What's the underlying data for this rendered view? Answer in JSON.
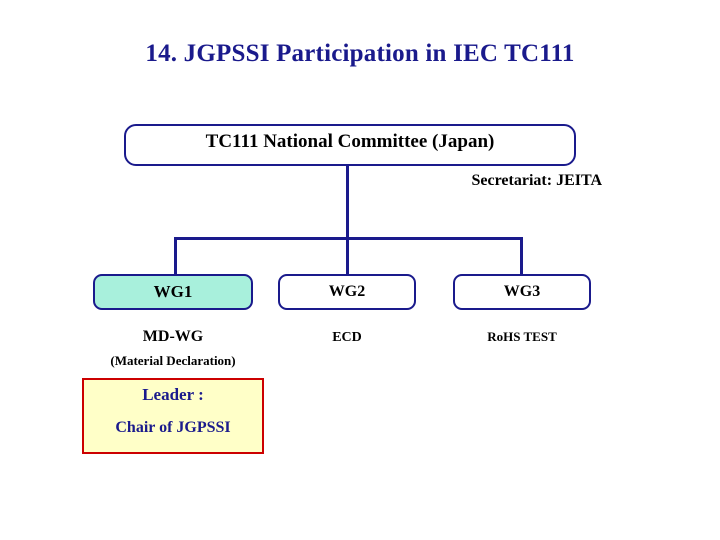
{
  "slide": {
    "title": "14.  JGPSSI Participation in  IEC  TC111",
    "top_box": {
      "label": "TC111  National Committee (Japan)"
    },
    "secretariat": "Secretariat: JEITA",
    "working_groups": [
      {
        "id": "wg1",
        "label": "WG1",
        "subtitle": "MD-WG",
        "note": "(Material Declaration)",
        "highlight_color": "#a8f0dc"
      },
      {
        "id": "wg2",
        "label": "WG2",
        "subtitle": "ECD",
        "note": "",
        "highlight_color": "#ffffff"
      },
      {
        "id": "wg3",
        "label": "WG3",
        "subtitle": "RoHS TEST",
        "note": "",
        "highlight_color": "#ffffff"
      }
    ],
    "leader_box": {
      "line1": "Leader :",
      "line2": "Chair of JGPSSI",
      "border_color": "#cc0000",
      "fill_color": "#ffffc8",
      "text_color": "#1a1a8c"
    },
    "colors": {
      "title": "#1a1a8c",
      "line": "#1a1a8c",
      "box_border": "#1a1a8c"
    }
  }
}
